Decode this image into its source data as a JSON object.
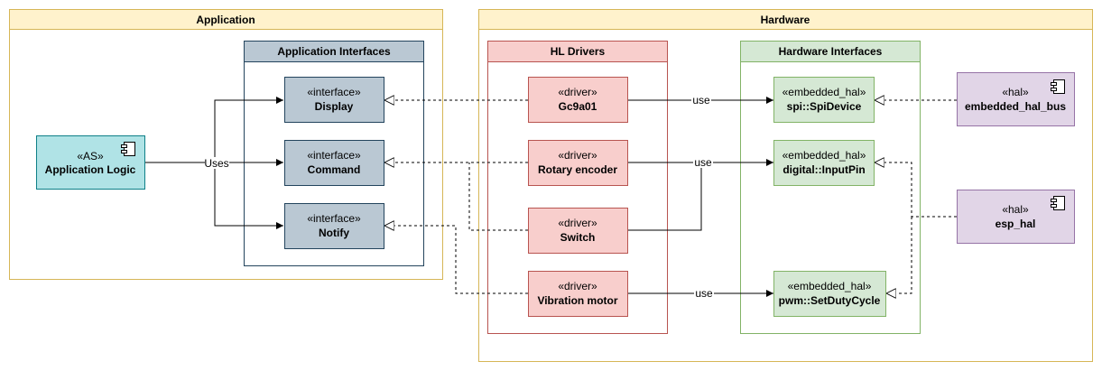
{
  "colors": {
    "frame_fill": "#ffffff",
    "frame_stroke": "#d6b656",
    "frame_header": "#fff2cc",
    "iface_group_fill": "#ffffff",
    "iface_group_stroke": "#23445d",
    "iface_header": "#bac8d3",
    "iface_box": "#bac8d3",
    "driver_group_stroke": "#b85450",
    "driver_header": "#f8cecc",
    "driver_box": "#f8cecc",
    "hw_group_stroke": "#82b366",
    "hw_header": "#d5e8d4",
    "hw_box": "#d5e8d4",
    "app_logic_box": "#b0e3e6",
    "app_logic_stroke": "#0e8088",
    "hal_box": "#e1d5e7",
    "hal_stroke": "#9673a6"
  },
  "frames": {
    "application": {
      "title": "Application"
    },
    "hardware": {
      "title": "Hardware"
    }
  },
  "groups": {
    "app_interfaces": {
      "title": "Application Interfaces"
    },
    "hl_drivers": {
      "title": "HL Drivers"
    },
    "hw_interfaces": {
      "title": "Hardware Interfaces"
    }
  },
  "nodes": {
    "app_logic": {
      "stereotype": "«AS»",
      "name": "Application Logic",
      "icon": "component-icon"
    },
    "display": {
      "stereotype": "«interface»",
      "name": "Display"
    },
    "command": {
      "stereotype": "«interface»",
      "name": "Command"
    },
    "notify": {
      "stereotype": "«interface»",
      "name": "Notify"
    },
    "gc9a01": {
      "stereotype": "«driver»",
      "name": "Gc9a01"
    },
    "rotary": {
      "stereotype": "«driver»",
      "name": "Rotary encoder"
    },
    "switch": {
      "stereotype": "«driver»",
      "name": "Switch"
    },
    "vibration": {
      "stereotype": "«driver»",
      "name": "Vibration motor"
    },
    "spi": {
      "stereotype": "«embedded_hal»",
      "name": "spi::SpiDevice"
    },
    "digital": {
      "stereotype": "«embedded_hal»",
      "name": "digital::InputPin"
    },
    "pwm": {
      "stereotype": "«embedded_hal»",
      "name": "pwm::SetDutyCycle"
    },
    "hal_bus": {
      "stereotype": "«hal»",
      "name": "embedded_hal_bus",
      "icon": "component-icon"
    },
    "esp_hal": {
      "stereotype": "«hal»",
      "name": "esp_hal",
      "icon": "component-icon"
    }
  },
  "edges": {
    "uses": "Uses",
    "use_spi": "use",
    "use_digital": "use",
    "use_pwm": "use"
  }
}
